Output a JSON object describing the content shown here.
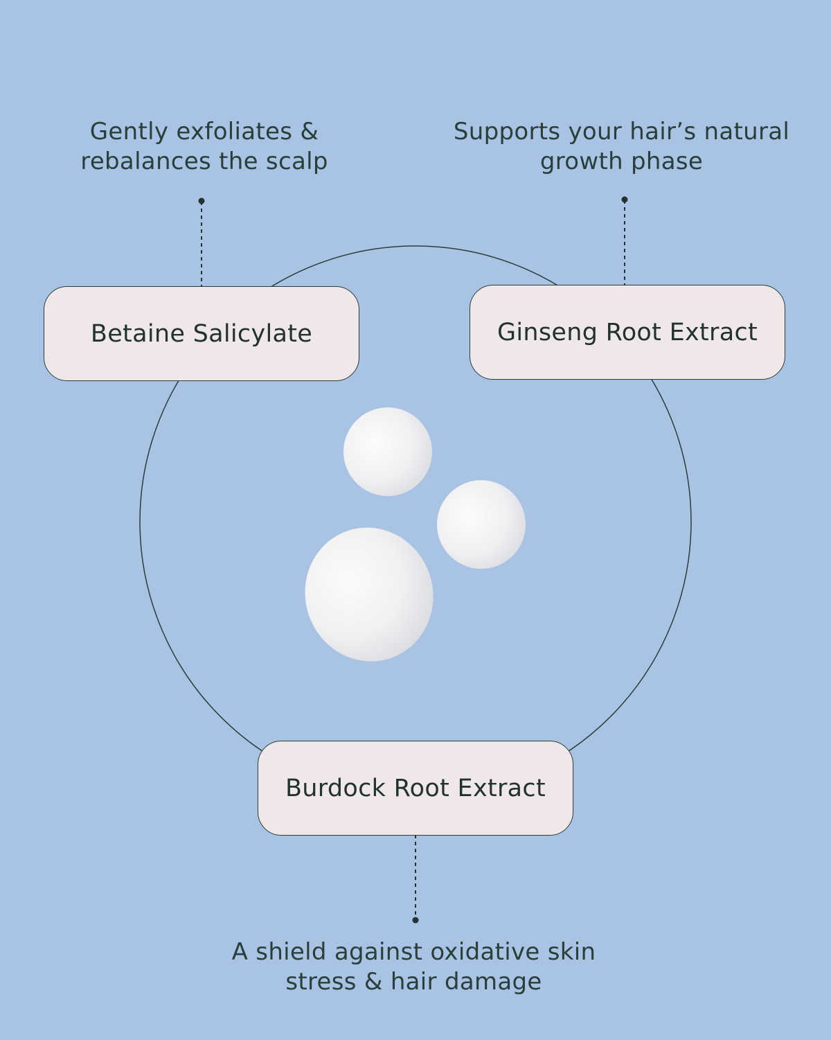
{
  "diagram": {
    "nodes": [
      {
        "id": "betaine",
        "label": "Betaine Salicylate"
      },
      {
        "id": "ginseng",
        "label": "Ginseng Root Extract"
      },
      {
        "id": "burdock",
        "label": "Burdock Root Extract"
      }
    ],
    "descriptions": {
      "betaine": {
        "line1": "Gently exfoliates &",
        "line2": "rebalances the scalp"
      },
      "ginseng": {
        "line1": "Supports your hair’s natural",
        "line2": "growth phase"
      },
      "burdock": {
        "line1": "A shield against oxidative skin",
        "line2": "stress & hair damage"
      }
    },
    "colors": {
      "background": "#a8c3e3",
      "node_fill": "#efe7e8",
      "stroke": "#2b3d38",
      "text": "#2a3f39"
    }
  }
}
